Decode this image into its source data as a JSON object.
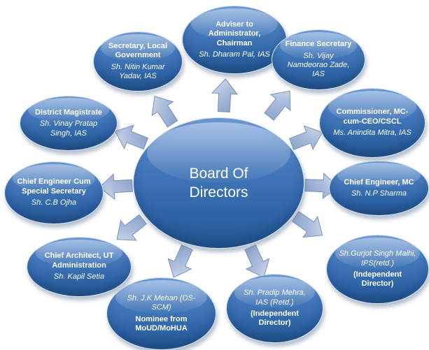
{
  "diagram": {
    "center": {
      "label": "Board Of Directors"
    },
    "nodes": [
      {
        "id": "adviser-chairman",
        "bold": "Adviser to Administrator, Chairman",
        "italic": "Sh. Dharam Pal, IAS"
      },
      {
        "id": "finance-secretary",
        "bold": "Finance Secretary",
        "italic": "Sh. Vijay Namdeorao Zade, IAS"
      },
      {
        "id": "commissioner-mc-cum-ceo-cscl",
        "bold": "Commissioner, MC-cum-CEO/CSCL",
        "italic": "Ms. Anindita Mitra, IAS"
      },
      {
        "id": "chief-engineer-mc",
        "bold": "Chief Engineer, MC",
        "italic": "Sh. N.P Sharma"
      },
      {
        "id": "gurjot-singh-malhi",
        "bold": "(Independent Director)",
        "italic": "Sh.Gurjot Singh Malhi, IPS(retd.)"
      },
      {
        "id": "pradip-mehra",
        "bold": "(Independent Director)",
        "italic": "Sh. Pradip Mehra, IAS (Retd.)"
      },
      {
        "id": "jk-mehan",
        "bold": "Nominee from MoUD/MoHUA",
        "italic": "Sh. J.K Mehan (DS-SCM)"
      },
      {
        "id": "chief-architect-ut",
        "bold": "Chief Architect, UT Administration",
        "italic": "Sh. Kapil Setia"
      },
      {
        "id": "chief-engineer-special-secy",
        "bold": "Chief Engineer Cum Special Secretary",
        "italic": "Sh. C.B Ojha"
      },
      {
        "id": "district-magistrate",
        "bold": "District Magistrate",
        "italic": "Sh. Vinay Pratap Singh, IAS"
      },
      {
        "id": "secretary-local-government",
        "bold": "Secretary, Local Government",
        "italic": "Sh. Nitin Kumar Yadav, IAS"
      }
    ]
  },
  "icons": {
    "arrow": "block-arrow-outward"
  },
  "colors": {
    "ellipse_top": "#6d9bd6",
    "ellipse_mid": "#4478bb",
    "ellipse_bottom": "#24568f",
    "ellipse_border": "#d3e2f2",
    "arrow_light": "#d9e1f0",
    "arrow_dark": "#8ea6cc",
    "text": "#ffffff"
  }
}
